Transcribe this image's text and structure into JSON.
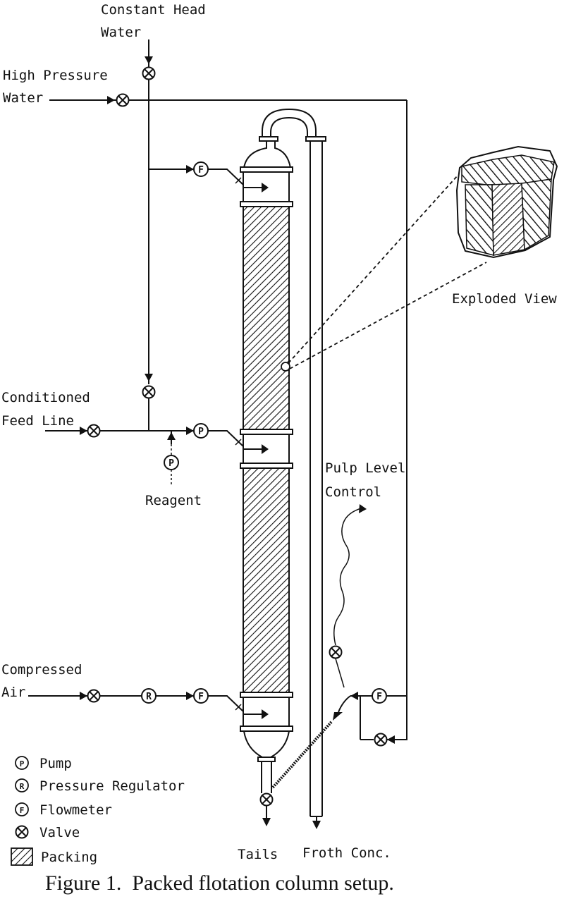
{
  "labels": {
    "constant_head_line1": "Constant Head",
    "constant_head_line2": "Water",
    "high_pressure_line1": "High Pressure",
    "high_pressure_line2": "Water",
    "conditioned_line1": "Conditioned",
    "conditioned_line2": "Feed Line",
    "reagent": "Reagent",
    "compressed_line1": "Compressed",
    "compressed_line2": "Air",
    "pulp_level_line1": "Pulp Level",
    "pulp_level_line2": "Control",
    "exploded_view": "Exploded View",
    "tails": "Tails",
    "froth_conc": "Froth Conc."
  },
  "symbols": {
    "pump": "P",
    "regulator": "R",
    "flowmeter": "F"
  },
  "legend": [
    {
      "symbol": "P",
      "label": "Pump"
    },
    {
      "symbol": "R",
      "label": "Pressure Regulator"
    },
    {
      "symbol": "F",
      "label": "Flowmeter"
    },
    {
      "symbol": "valve",
      "label": "Valve"
    },
    {
      "symbol": "packing",
      "label": "Packing"
    }
  ],
  "caption": "Figure 1.  Packed flotation column setup."
}
